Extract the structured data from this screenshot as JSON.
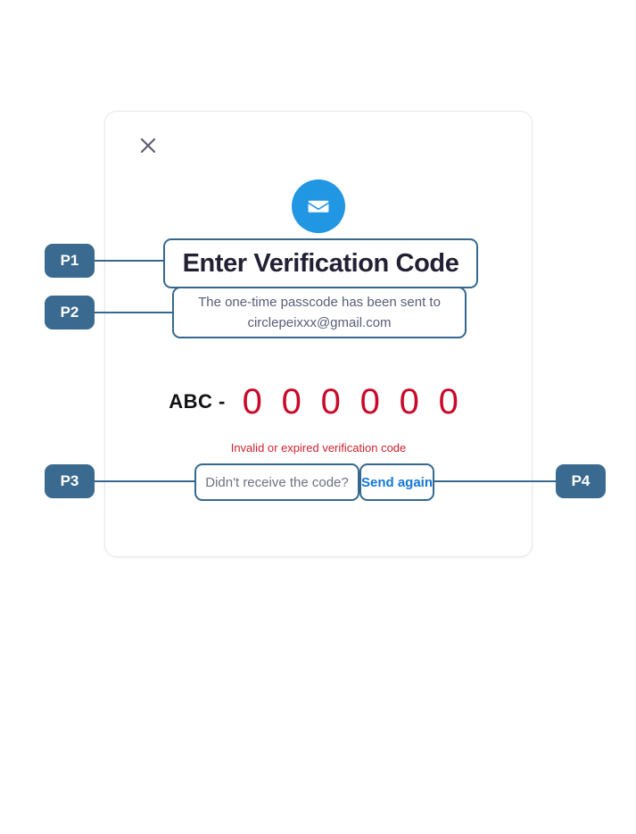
{
  "dialog": {
    "close_icon": "close-icon",
    "mail_icon": "envelope-icon",
    "title": "Enter Verification Code",
    "subtitle_line1": "The one-time passcode has been sent to",
    "subtitle_line2": "circlepeixxx@gmail.com",
    "code": {
      "prefix": "ABC -",
      "digits": [
        "0",
        "0",
        "0",
        "0",
        "0",
        "0"
      ],
      "digit_color": "#c9092a"
    },
    "error_message": "Invalid or expired verification code",
    "resend_prompt": "Didn't receive the code?",
    "resend_link": "Send again"
  },
  "annotations": {
    "badges": [
      {
        "id": "P1",
        "label": "P1",
        "target": "Enter Verification Code"
      },
      {
        "id": "P2",
        "label": "P2",
        "target": "The one-time passcode has been sent to circlepeixxx@gmail.com"
      },
      {
        "id": "P3",
        "label": "P3",
        "target": "Didn't receive the code?"
      },
      {
        "id": "P4",
        "label": "P4",
        "target": "Send again"
      }
    ],
    "badge_color": "#3a6a8f",
    "connector_color": "#36688f",
    "highlight_border_color": "#36688f"
  },
  "colors": {
    "accent_blue": "#2196e3",
    "link_blue": "#1477d4",
    "error_red": "#cf2230",
    "title_dark": "#232034",
    "body_gray": "#595d78",
    "page_background": "#ffffff"
  }
}
